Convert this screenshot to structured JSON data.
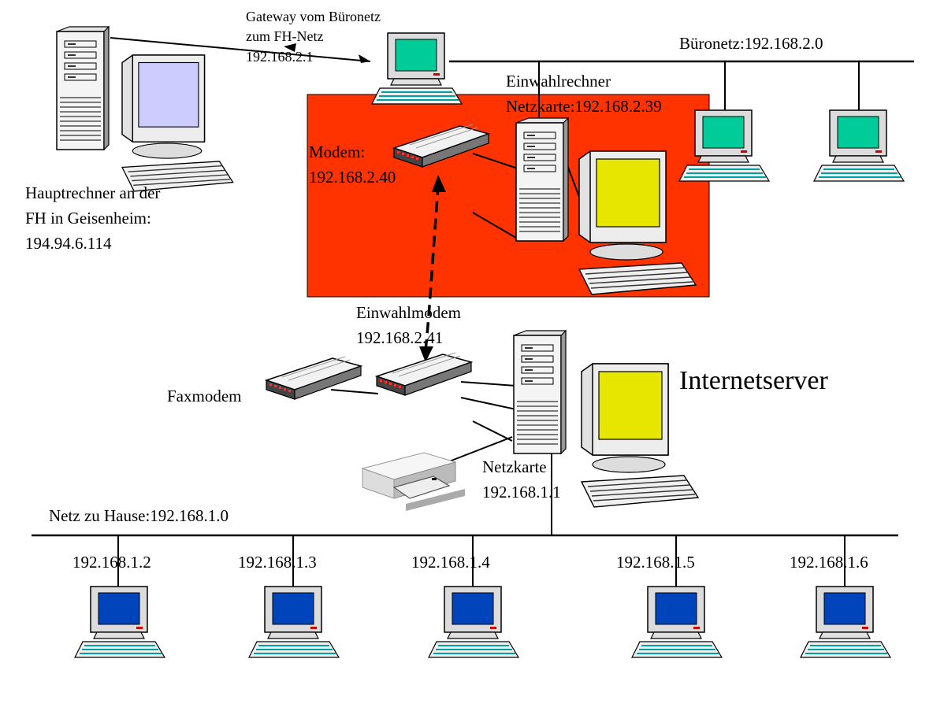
{
  "labels": {
    "gateway": [
      "Gateway vom Büronetz",
      "zum FH-Netz",
      "192.168.2.1"
    ],
    "bueronetz": "Büronetz:192.168.2.0",
    "einwahlrechner": [
      "Einwahlrechner",
      "Netzkarte:192.168.2.39"
    ],
    "modem": [
      "Modem:",
      "192.168.2.40"
    ],
    "hauptrechner": [
      "Hauptrechner an der",
      "FH in Geisenheim:",
      "194.94.6.114"
    ],
    "einwahlmodem": [
      "Einwahlmodem",
      "192.168.2.41"
    ],
    "internetserver": "Internetserver",
    "faxmodem": "Faxmodem",
    "netzkarte": [
      "Netzkarte",
      "192.168.1.1"
    ],
    "netz_zu_hause": "Netz zu Hause:192.168.1.0",
    "clients": [
      "192.168.1.2",
      "192.168.1.3",
      "192.168.1.4",
      "192.168.1.5",
      "192.168.1.6"
    ]
  },
  "colors": {
    "office_zone": "#ff3300",
    "teal_screen": "#00cc99",
    "blue_screen": "#0044bb",
    "yellow_screen": "#e6e600",
    "lavender_screen": "#ccccff"
  }
}
